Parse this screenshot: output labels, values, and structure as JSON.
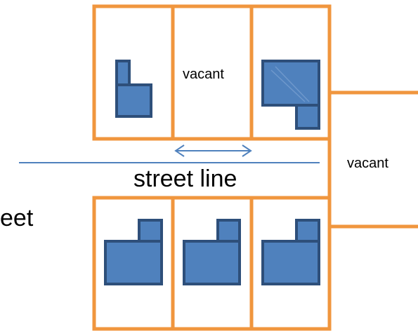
{
  "labels": {
    "vacant_top": "vacant",
    "vacant_right": "vacant",
    "street_line": "street line",
    "street_partial": "eet"
  },
  "colors": {
    "lot_border": "#F0963E",
    "building_fill": "#4F81BD",
    "building_stroke": "#2E4F7A",
    "street_line": "#4F81BD",
    "text": "#000000"
  }
}
